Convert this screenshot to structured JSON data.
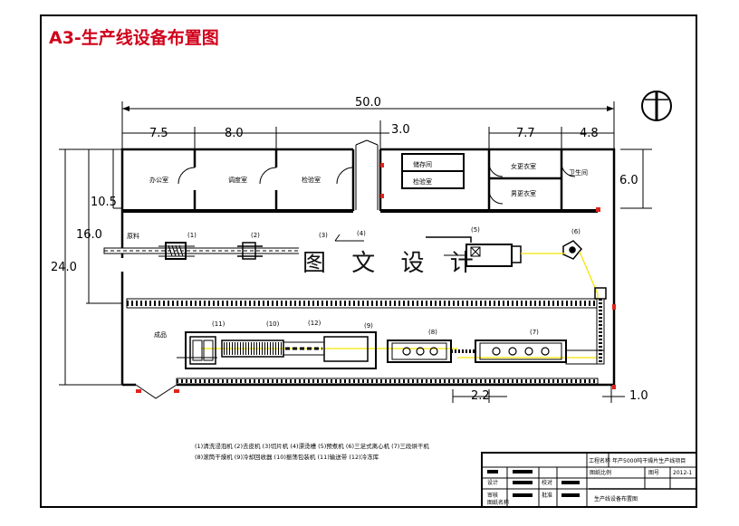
{
  "drawing": {
    "title": "A3-生产线设备布置图",
    "watermark": "图 文 设 计"
  },
  "dimensions": {
    "overall_width": "50.0",
    "seg_a": "7.5",
    "seg_b": "8.0",
    "seg_c": "3.0",
    "seg_d": "7.7",
    "seg_e": "4.8",
    "right_height": "6.0",
    "left_h1": "10.5",
    "left_h2": "16.0",
    "left_total": "24.0",
    "bottom_gap": "2.2",
    "bottom_right": "1.0"
  },
  "rooms": {
    "office": "办公室",
    "room2": "调度室",
    "room3": "检验室",
    "store1": "储存间",
    "store2": "检验室",
    "female": "女更衣室",
    "male": "男更衣室",
    "toilet": "卫生间"
  },
  "process_labels": {
    "raw": "原料",
    "finished": "成品",
    "tags_top": [
      "(1)",
      "(2)",
      "(3)",
      "(4)",
      "(5)",
      "(6)"
    ],
    "tags_bottom": [
      "(11)",
      "(10)",
      "(12)",
      "(9)",
      "(8)",
      "(7)"
    ]
  },
  "legend": {
    "line1": "(1)清洗浸泡机 (2)去皮机 (3)切片机 (4)漂烫槽 (5)预煮机 (6)三足式离心机 (7)三段烘干机",
    "line2": "(8)滚筒干燥机 (9)冷却回收器 (10)振荡包装机 (11)输送带 (12)冷冻库"
  },
  "title_block": {
    "project": "年产5000吨干燥片生产线项目",
    "drawing_name": "生产线设备布置图",
    "scale_label": "图纸比例",
    "sheet_label": "图号",
    "sheet_value": "2012-1",
    "row_labels": [
      "设计",
      "校对",
      "审核",
      "批准"
    ],
    "sub_label": "工程名称",
    "sub2_label": "图纸名称"
  },
  "colors": {
    "title": "#d0021b",
    "ink": "#000000",
    "flow": "#f5e600",
    "door_marker": "#e0241b"
  }
}
